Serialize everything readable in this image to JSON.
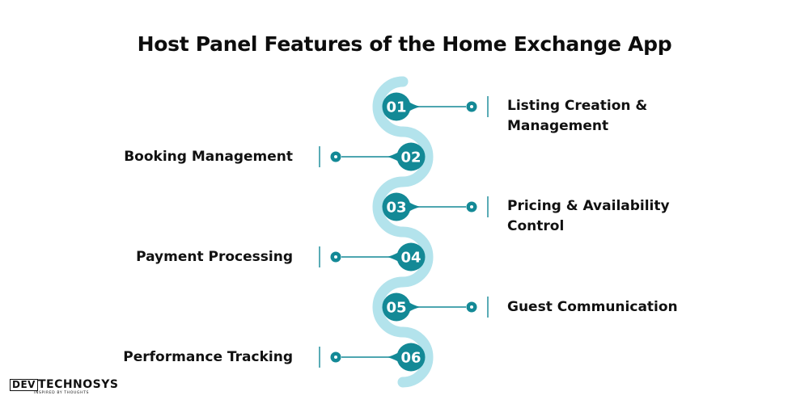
{
  "title": "Host Panel Features of the Home Exchange App",
  "colors": {
    "path": "#b3e3ec",
    "node": "#138996",
    "text": "#111111"
  },
  "features": [
    {
      "number": "01",
      "label": "Listing Creation & Management",
      "side": "right"
    },
    {
      "number": "02",
      "label": "Booking Management",
      "side": "left"
    },
    {
      "number": "03",
      "label": "Pricing & Availability Control",
      "side": "right"
    },
    {
      "number": "04",
      "label": "Payment Processing",
      "side": "left"
    },
    {
      "number": "05",
      "label": "Guest Communication",
      "side": "right"
    },
    {
      "number": "06",
      "label": "Performance Tracking",
      "side": "left"
    }
  ],
  "logo": {
    "box": "DEV",
    "text": "TECHNOSYS",
    "tagline": "INSPIRED BY THOUGHTS"
  }
}
